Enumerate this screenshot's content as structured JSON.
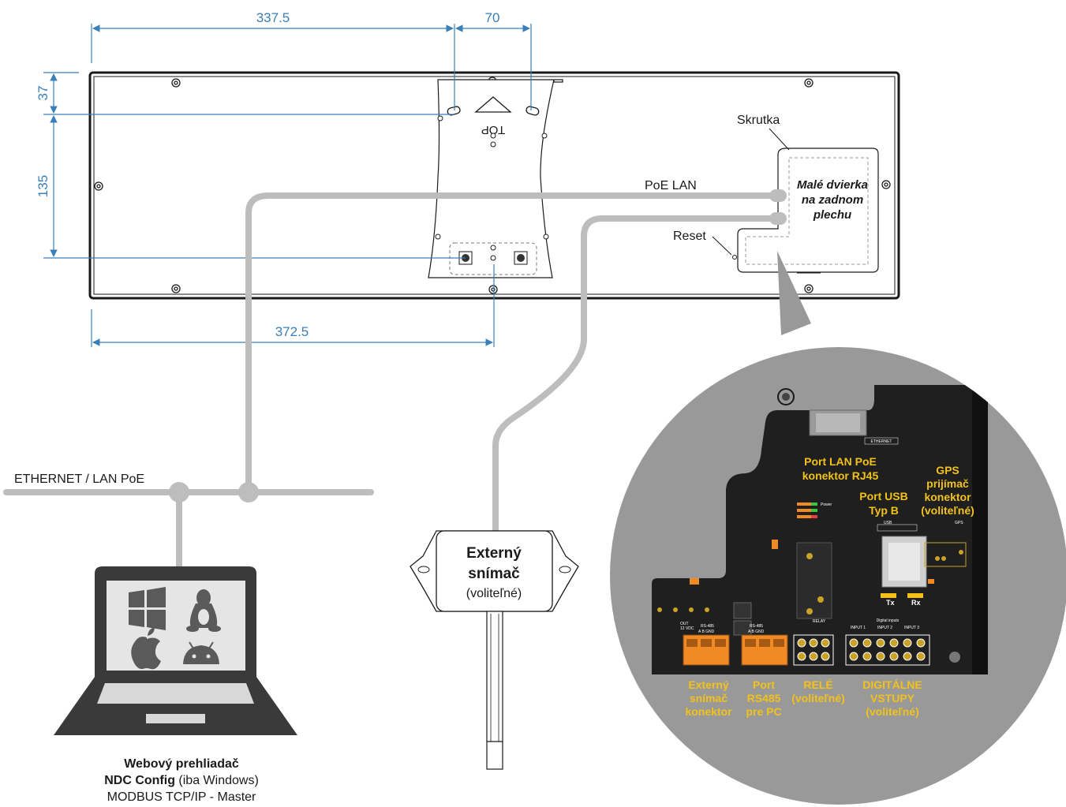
{
  "dimensions": {
    "width_left": "337.5",
    "width_mount": "70",
    "height_top": "37",
    "height_mid": "135",
    "width_bottom": "372.5"
  },
  "labels": {
    "skrutka": "Skrutka",
    "poe_lan": "PoE LAN",
    "door_line1": "Malé dvierka",
    "door_line2": "na zadnom",
    "door_line3": "plechu",
    "reset": "Reset",
    "ethernet_bus": "ETHERNET / LAN PoE",
    "top_mark": "TOP",
    "sensor_line1": "Externý",
    "sensor_line2": "snímač",
    "sensor_line3": "(voliteľné)"
  },
  "pcb": {
    "lan_port_1": "Port LAN PoE",
    "lan_port_2": "konektor RJ45",
    "usb_1": "Port USB",
    "usb_2": "Typ B",
    "gps_1": "GPS",
    "gps_2": "prijímač",
    "gps_3": "konektor",
    "gps_4": "(voliteľné)",
    "ext_1": "Externý",
    "ext_2": "snímač",
    "ext_3": "konektor",
    "rs_1": "Port",
    "rs_2": "RS485",
    "rs_3": "pre PC",
    "rel_1": "RELÉ",
    "rel_2": "(voliteľné)",
    "din_1": "DIGITÁLNE",
    "din_2": "VSTUPY",
    "din_3": "(voliteľné)",
    "silk_ethernet": "ETHERNET",
    "silk_usb": "USB",
    "silk_gps": "GPS",
    "silk_relay": "RELAY",
    "silk_rs485_a": "RS-485",
    "silk_rs485_b": "RS-485",
    "silk_digital": "Digital inputs",
    "silk_input1": "INPUT 1",
    "silk_input2": "INPUT 2",
    "silk_input3": "INPUT 3",
    "silk_tx": "Tx",
    "silk_rx": "Rx",
    "silk_power": "Power",
    "silk_abgnd_a": "A    B    GND",
    "silk_abgnd_b": "A    B    GND",
    "silk_12vdc": "12 VDC",
    "silk_out": "OUT"
  },
  "caption": {
    "line1": "Webový prehliadač",
    "line2_bold": "NDC Config",
    "line2_rest": " (iba Windows)",
    "line3": "MODBUS TCP/IP - Master"
  },
  "colors": {
    "dimension": "#3a7fb8",
    "cable": "#bdbdbd",
    "pcb_text": "#f3c21a",
    "terminal": "#f08a24",
    "lens": "#999999",
    "laptop": "#3a3a3a"
  },
  "icons": [
    "windows-icon",
    "linux-icon",
    "apple-icon",
    "android-icon"
  ]
}
